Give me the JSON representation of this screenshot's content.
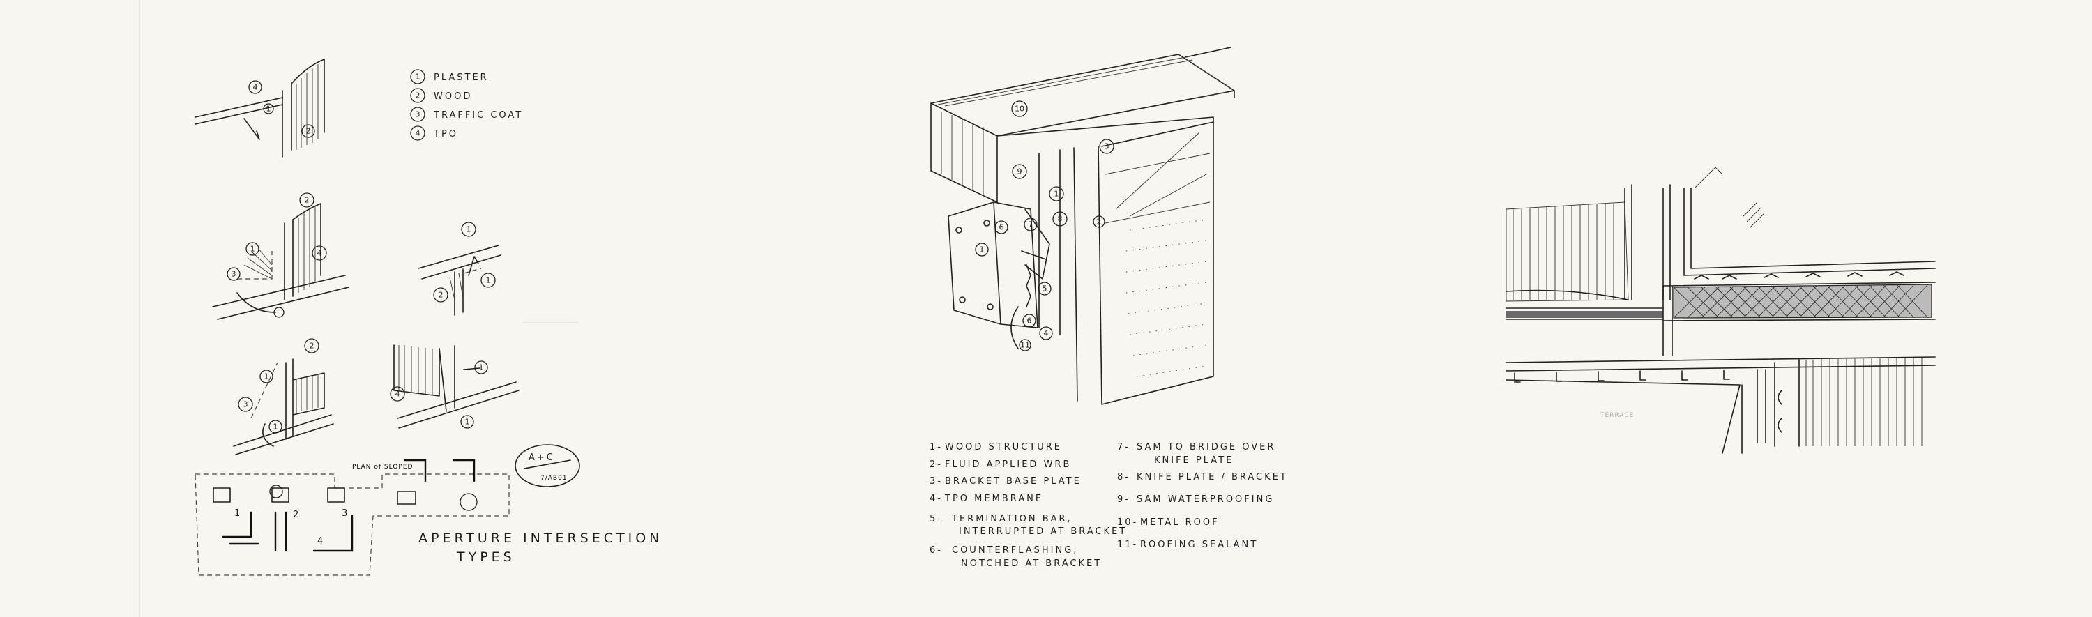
{
  "left_panel": {
    "legend": [
      {
        "num": "1",
        "label": "PLASTER"
      },
      {
        "num": "2",
        "label": "WOOD"
      },
      {
        "num": "3",
        "label": "TRAFFIC COAT"
      },
      {
        "num": "4",
        "label": "TPO"
      }
    ],
    "note_plan": "PLAN of SLOPED",
    "stamp_top": "A+C",
    "stamp_bottom": "7/AB01",
    "title_line1": "APERTURE INTERSECTION",
    "title_line2": "TYPES",
    "sketch_numbers": [
      "1",
      "2",
      "3",
      "4"
    ]
  },
  "middle_panel": {
    "legend_left": [
      {
        "num": "1-",
        "lines": [
          "WOOD STRUCTURE"
        ]
      },
      {
        "num": "2-",
        "lines": [
          "FLUID APPLIED WRB"
        ]
      },
      {
        "num": "3-",
        "lines": [
          "BRACKET BASE PLATE"
        ]
      },
      {
        "num": "4-",
        "lines": [
          "TPO MEMBRANE"
        ]
      },
      {
        "num": "5-",
        "lines": [
          "TERMINATION BAR,",
          "INTERRUPTED AT BRACKET"
        ]
      },
      {
        "num": "6-",
        "lines": [
          "COUNTERFLASHING,",
          "NOTCHED AT BRACKET"
        ]
      }
    ],
    "legend_right": [
      {
        "num": "7-",
        "lines": [
          "SAM TO BRIDGE OVER",
          "KNIFE PLATE"
        ]
      },
      {
        "num": "8-",
        "lines": [
          "KNIFE PLATE / BRACKET"
        ]
      },
      {
        "num": "9-",
        "lines": [
          "SAM WATERPROOFING"
        ]
      },
      {
        "num": "10-",
        "lines": [
          "METAL ROOF"
        ]
      },
      {
        "num": "11-",
        "lines": [
          "ROOFING SEALANT"
        ]
      }
    ]
  },
  "right_panel": {
    "faint_label": "TERRACE"
  }
}
